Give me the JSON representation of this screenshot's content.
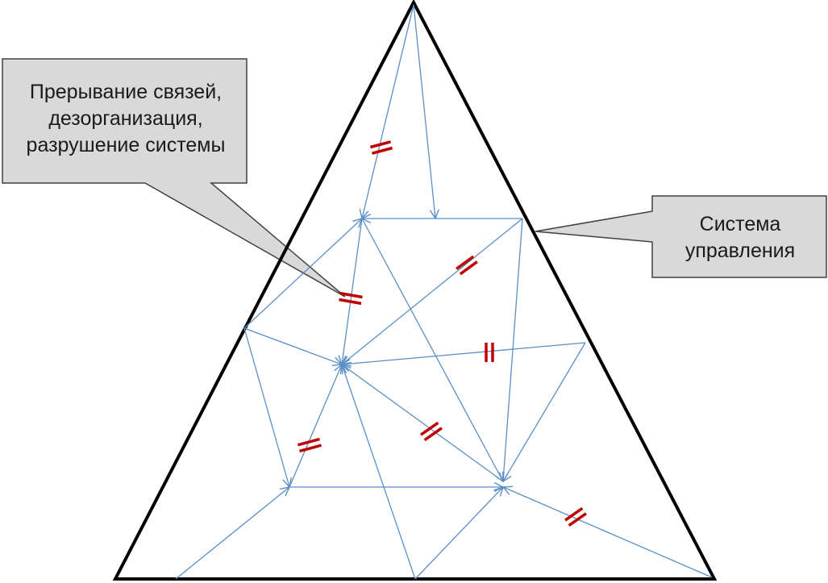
{
  "callouts": {
    "disruption_lines": [
      "Прерывание связей,",
      "дезорганизация,",
      "разрушение системы"
    ],
    "control_system_lines": [
      "Система",
      "управления"
    ]
  },
  "colors": {
    "triangle_outline": "#000000",
    "links": "#5b8fc7",
    "break_marks": "#c00000",
    "callout_fill": "#d9d9d9",
    "callout_border": "#404040"
  }
}
